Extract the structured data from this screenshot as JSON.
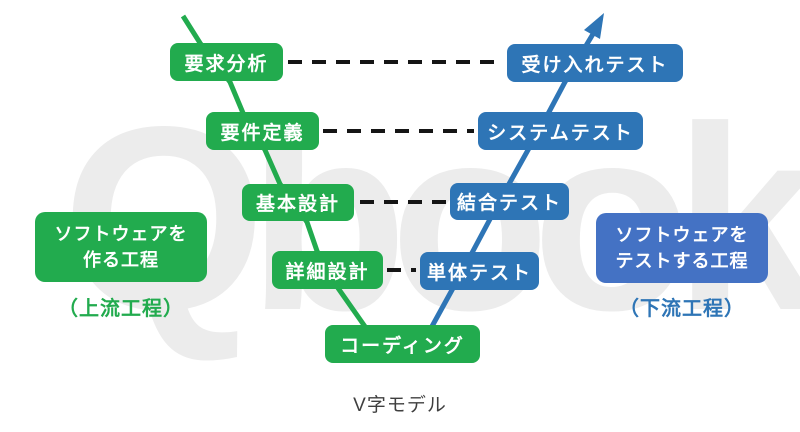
{
  "watermark": "Qbook",
  "caption": "V字モデル",
  "colors": {
    "build_green": "#22ab4e",
    "test_blue": "#2e75b6",
    "panel_blue": "#4472c4",
    "dash_black": "#151515",
    "caption_gray": "#3f3f3f"
  },
  "build_phases": [
    {
      "label": "要求分析"
    },
    {
      "label": "要件定義"
    },
    {
      "label": "基本設計"
    },
    {
      "label": "詳細設計"
    },
    {
      "label": "コーディング"
    }
  ],
  "test_phases": [
    {
      "label": "受け入れテスト"
    },
    {
      "label": "システムテスト"
    },
    {
      "label": "結合テスト"
    },
    {
      "label": "単体テスト"
    }
  ],
  "left_panel": {
    "title_line1": "ソフトウェアを",
    "title_line2": "作る工程",
    "subtitle": "（上流工程）"
  },
  "right_panel": {
    "title_line1": "ソフトウェアを",
    "title_line2": "テストする工程",
    "subtitle": "（下流工程）"
  }
}
